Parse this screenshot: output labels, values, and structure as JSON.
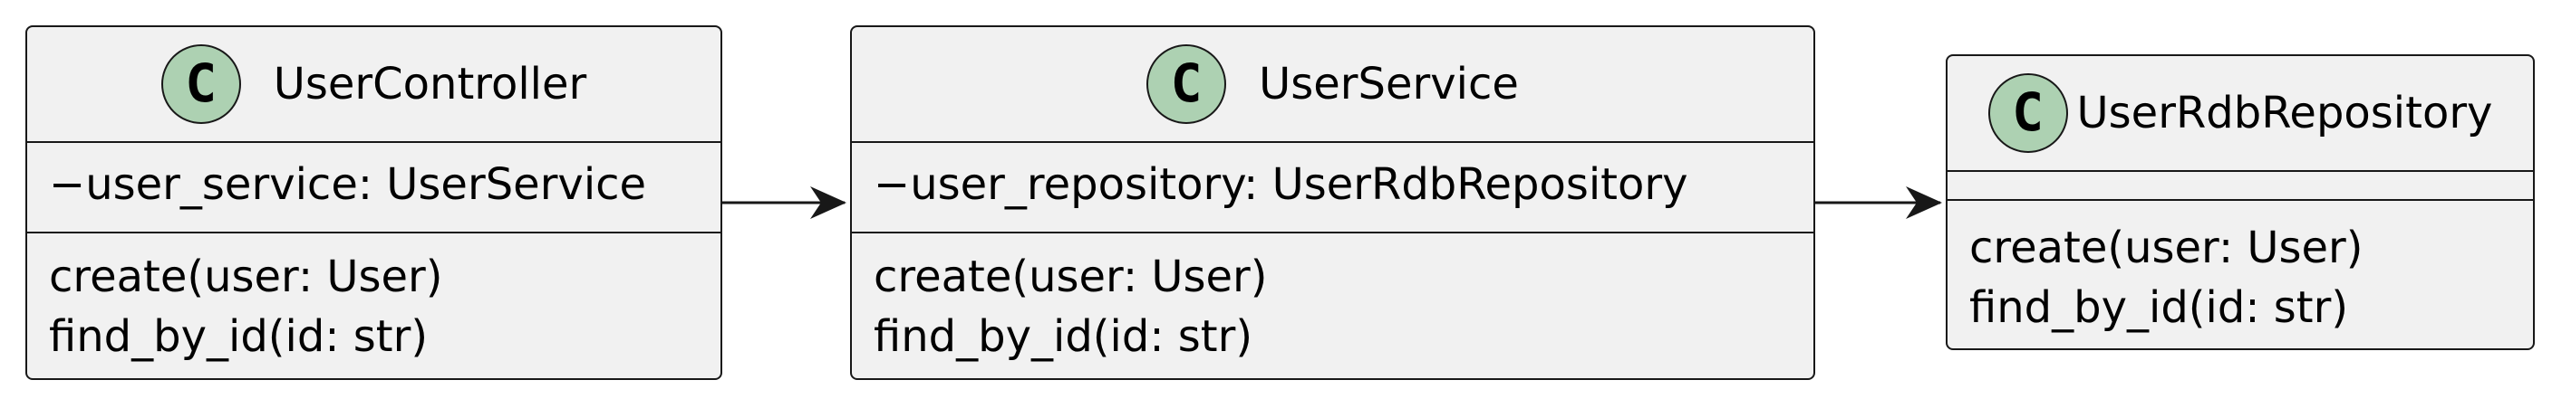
{
  "classes": {
    "user_controller": {
      "badge": "C",
      "name": "UserController",
      "attribute": "−user_service: UserService",
      "methods": [
        "create(user: User)",
        "find_by_id(id: str)"
      ]
    },
    "user_service": {
      "badge": "C",
      "name": "UserService",
      "attribute": "−user_repository: UserRdbRepository",
      "methods": [
        "create(user: User)",
        "find_by_id(id: str)"
      ]
    },
    "user_rdb_repository": {
      "badge": "C",
      "name": "UserRdbRepository",
      "attribute": "",
      "methods": [
        "create(user: User)",
        "find_by_id(id: str)"
      ]
    }
  },
  "relations": [
    {
      "from": "UserController",
      "to": "UserService",
      "type": "association"
    },
    {
      "from": "UserService",
      "to": "UserRdbRepository",
      "type": "association"
    }
  ],
  "colors": {
    "box_fill": "#f1f1f1",
    "box_border": "#181818",
    "badge_fill": "#add1b2",
    "arrow": "#181818"
  }
}
